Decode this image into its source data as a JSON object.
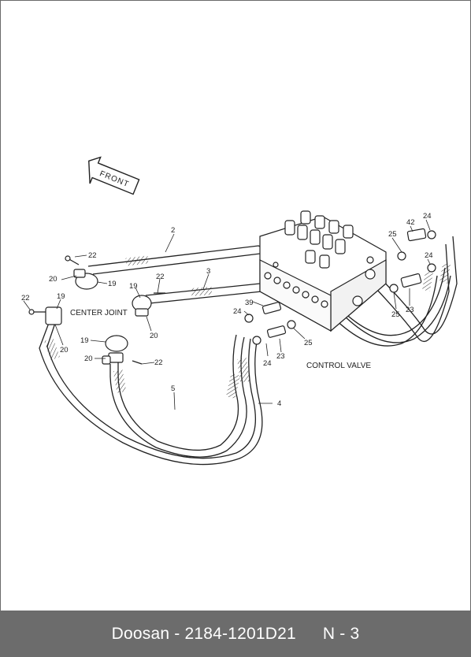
{
  "diagram": {
    "front_label": "FRONT",
    "center_joint_label": "CENTER JOINT",
    "control_valve_label": "CONTROL VALVE",
    "part_labels": [
      {
        "id": "2",
        "text": "2"
      },
      {
        "id": "3",
        "text": "3"
      },
      {
        "id": "4",
        "text": "4"
      },
      {
        "id": "5",
        "text": "5"
      },
      {
        "id": "19a",
        "text": "19"
      },
      {
        "id": "19b",
        "text": "19"
      },
      {
        "id": "19c",
        "text": "19"
      },
      {
        "id": "19d",
        "text": "19"
      },
      {
        "id": "20a",
        "text": "20"
      },
      {
        "id": "20b",
        "text": "20"
      },
      {
        "id": "20c",
        "text": "20"
      },
      {
        "id": "20d",
        "text": "20"
      },
      {
        "id": "22a",
        "text": "22"
      },
      {
        "id": "22b",
        "text": "22"
      },
      {
        "id": "22c",
        "text": "22"
      },
      {
        "id": "22d",
        "text": "22"
      },
      {
        "id": "23a",
        "text": "23"
      },
      {
        "id": "23b",
        "text": "23"
      },
      {
        "id": "24a",
        "text": "24"
      },
      {
        "id": "24b",
        "text": "24"
      },
      {
        "id": "24c",
        "text": "24"
      },
      {
        "id": "24d",
        "text": "24"
      },
      {
        "id": "25a",
        "text": "25"
      },
      {
        "id": "25b",
        "text": "25"
      },
      {
        "id": "25c",
        "text": "25"
      },
      {
        "id": "39",
        "text": "39"
      },
      {
        "id": "42",
        "text": "42"
      }
    ]
  },
  "footer": {
    "brand_part": "Doosan - 2184-1201D21",
    "page": "N - 3"
  }
}
